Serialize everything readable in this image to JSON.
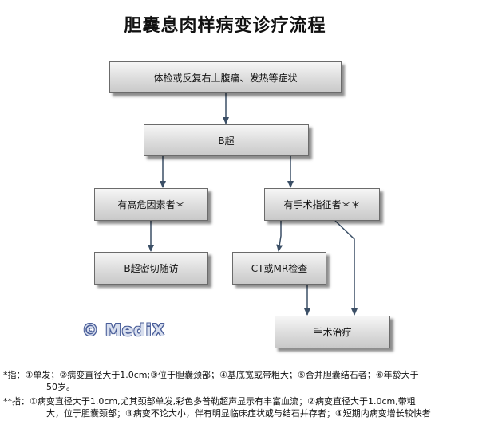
{
  "title": "胆囊息肉样病变诊疗流程",
  "nodes": {
    "start": "体检或反复右上腹痛、发热等症状",
    "bultrasound": "B超",
    "high_risk": "有高危因素者＊",
    "surgery_indication": "有手术指征者＊＊",
    "followup": "B超密切随访",
    "ct_mr": "CT或MR检查",
    "surgery": "手术治疗"
  },
  "watermark": "© MediX",
  "notes": {
    "note1_mark": "*指：",
    "note1_text": "①单发；②病变直径大于1.0cm;③位于胆囊颈部；④基底宽或带粗大；⑤合并胆囊结石者；⑥年龄大于",
    "note1_cont": "50岁。",
    "note2_mark": "**指：",
    "note2_text": "①病变直径大于1.0cm,尤其颈部单发,彩色多普勒超声显示有丰富血流；②病变直径大于1.0cm,带粗",
    "note2_cont": "大，位于胆囊颈部；③病变不论大小，伴有明显临床症状或与结石并存者；④短期内病变增长较快者"
  },
  "colors": {
    "arrow": "#3b4f66",
    "box_border": "#6b6b6b"
  }
}
